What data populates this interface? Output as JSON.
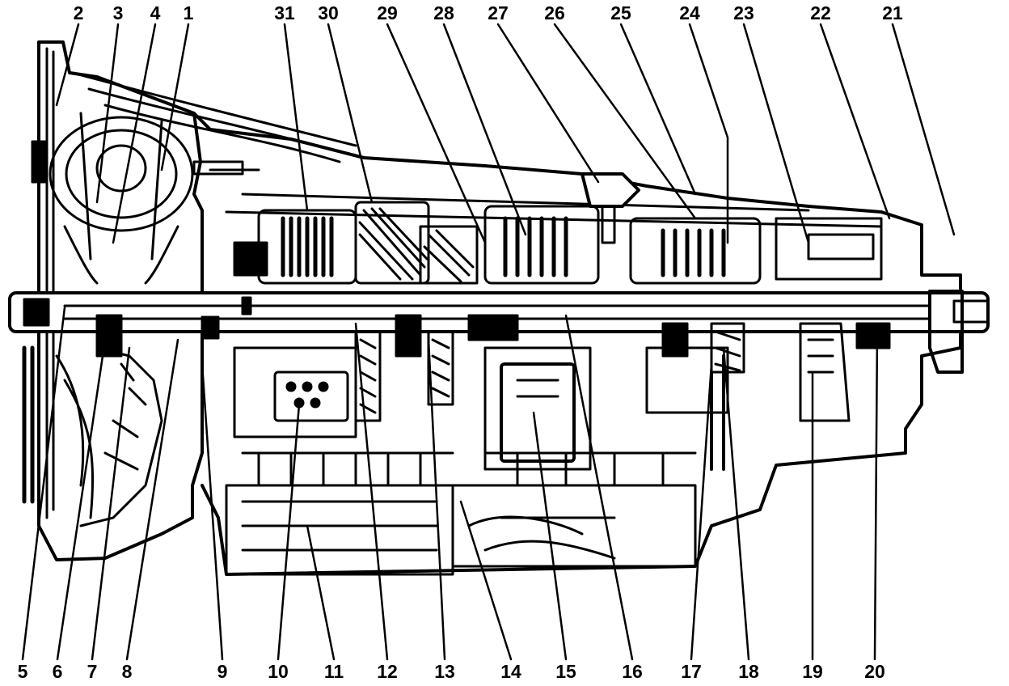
{
  "diagram": {
    "callouts_top": [
      "2",
      "3",
      "4",
      "1",
      "31",
      "30",
      "29",
      "28",
      "27",
      "26",
      "25",
      "24",
      "23",
      "22",
      "21"
    ],
    "callouts_bottom": [
      "5",
      "6",
      "7",
      "8",
      "9",
      "10",
      "11",
      "12",
      "13",
      "14",
      "15",
      "16",
      "17",
      "18",
      "19",
      "20"
    ]
  },
  "colors": {
    "ink": "#000000",
    "paper": "#ffffff"
  }
}
